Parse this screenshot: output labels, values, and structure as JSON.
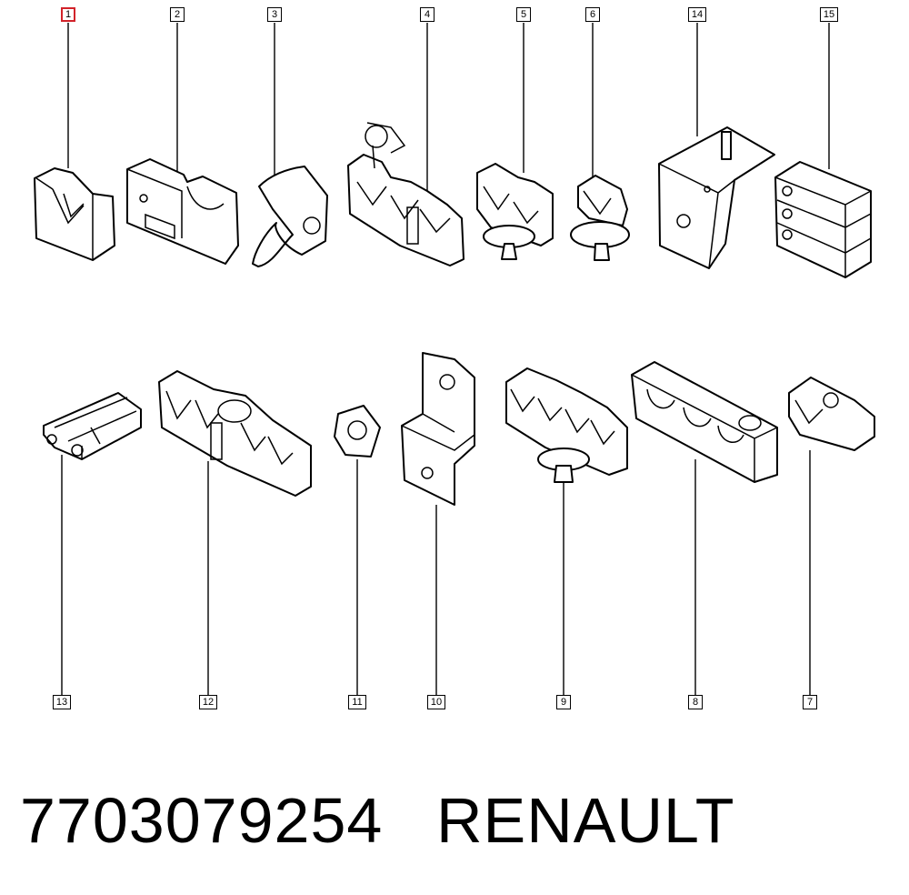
{
  "diagram": {
    "selected_callout": "1",
    "callouts_top": [
      "1",
      "2",
      "3",
      "4",
      "5",
      "6",
      "14",
      "15"
    ],
    "callouts_bottom": [
      "13",
      "12",
      "11",
      "10",
      "9",
      "8",
      "7"
    ]
  },
  "footer": {
    "part_number": "7703079254",
    "brand": "RENAULT"
  }
}
